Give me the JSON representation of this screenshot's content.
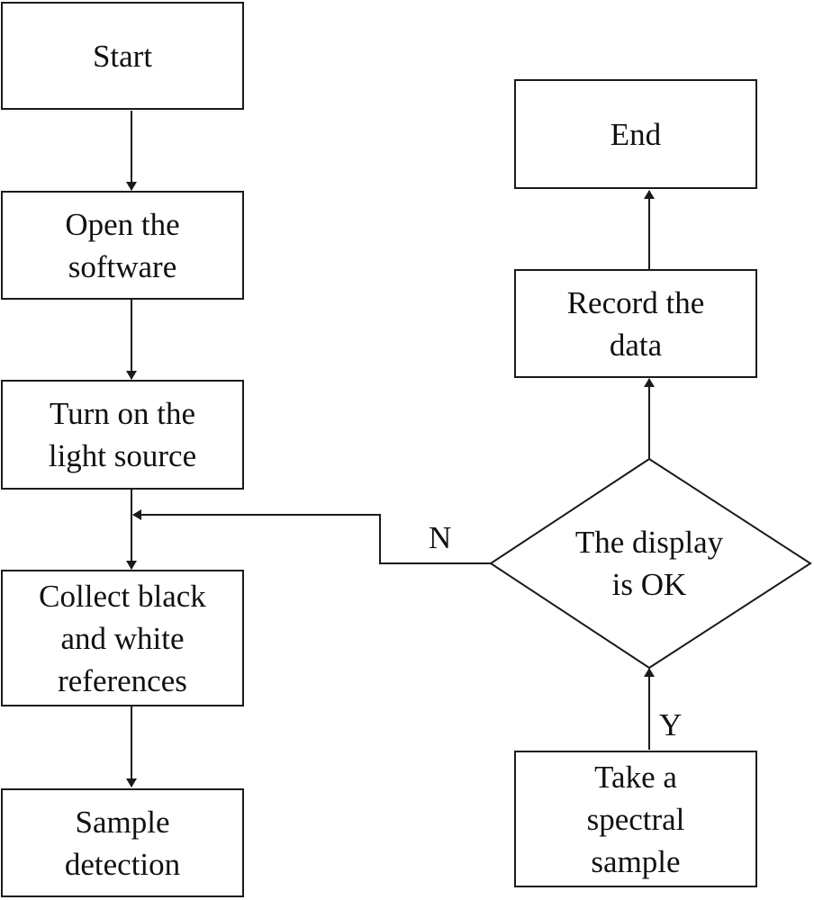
{
  "nodes": {
    "start": "Start",
    "open_software": "Open the\nsoftware",
    "light_source": "Turn on the\nlight source",
    "references": "Collect black\nand white\nreferences",
    "sample_detection": "Sample\ndetection",
    "take_sample": "Take a\nspectral\nsample",
    "decision": "The display\nis OK",
    "record_data": "Record the\ndata",
    "end": "End"
  },
  "edges": {
    "no_label": "N",
    "yes_label": "Y"
  },
  "colors": {
    "stroke": "#1a1a1a",
    "background": "#ffffff"
  }
}
